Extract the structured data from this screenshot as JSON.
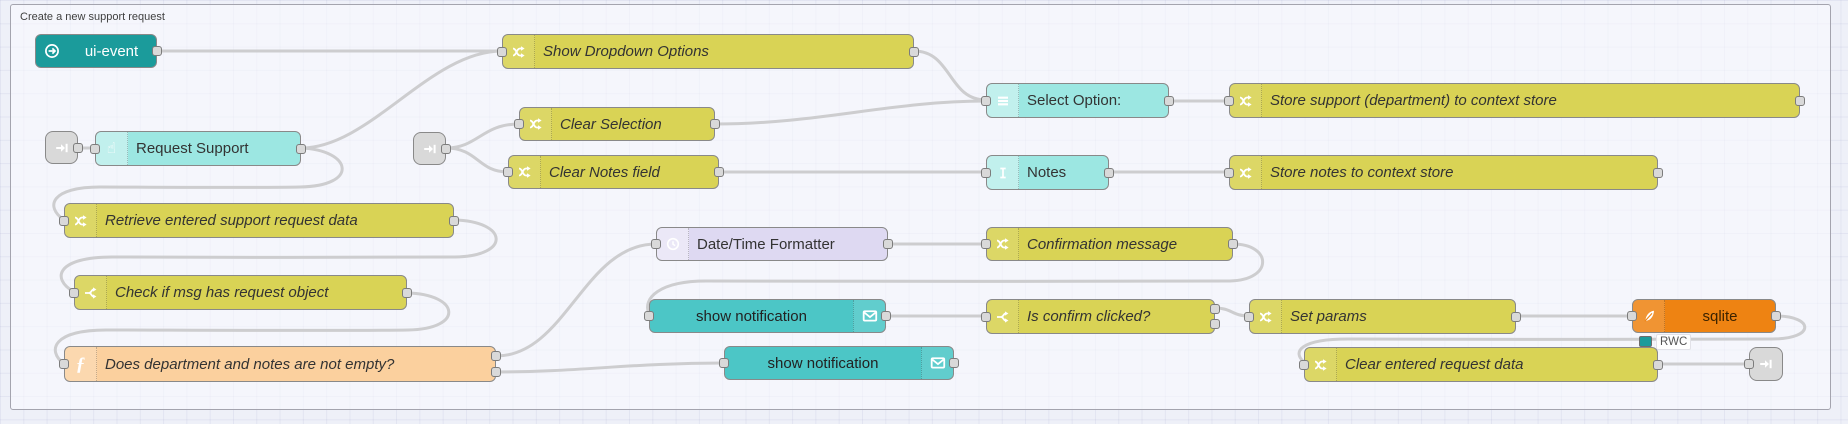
{
  "group": {
    "title": "Create a new support request"
  },
  "palette": {
    "change_yellow": "#d9d355",
    "widget_cyan": "#9ce7e2",
    "event_teal": "#1b9b9b",
    "notification_teal": "#4cc6c6",
    "function_peach": "#fbd09e",
    "moment_lavender": "#ded9f2",
    "sqlite_orange": "#ee8312",
    "link_gray": "#d9d9d9",
    "wire_gray": "#949494"
  },
  "nodes": [
    {
      "label": "ui-event",
      "type": "ui-event",
      "icon": "circle-arrow-icon"
    },
    {
      "label": "",
      "type": "link-in",
      "icon": "link-icon"
    },
    {
      "label": "Request Support",
      "type": "ui-button",
      "icon": "pointer-icon"
    },
    {
      "label": "Show Dropdown Options",
      "type": "change",
      "icon": "shuffle-icon"
    },
    {
      "label": "",
      "type": "link-in",
      "icon": "link-icon"
    },
    {
      "label": "Clear Selection",
      "type": "change",
      "icon": "shuffle-icon"
    },
    {
      "label": "Clear Notes field",
      "type": "change",
      "icon": "shuffle-icon"
    },
    {
      "label": "Select Option:",
      "type": "ui-dropdown",
      "icon": "list-icon"
    },
    {
      "label": "Notes",
      "type": "ui-text-input",
      "icon": "ibeam-icon"
    },
    {
      "label": "Store support (department) to context store",
      "type": "change",
      "icon": "shuffle-icon"
    },
    {
      "label": "Store notes to context store",
      "type": "change",
      "icon": "shuffle-icon"
    },
    {
      "label": "Retrieve entered support request data",
      "type": "change",
      "icon": "shuffle-icon"
    },
    {
      "label": "Date/Time Formatter",
      "type": "moment",
      "icon": "clock-icon"
    },
    {
      "label": "Confirmation message",
      "type": "change",
      "icon": "shuffle-icon"
    },
    {
      "label": "Check if msg has request object",
      "type": "switch",
      "icon": "switch-icon"
    },
    {
      "label": "show notification",
      "type": "ui-notification",
      "icon": "envelope-icon"
    },
    {
      "label": "Is confirm clicked?",
      "type": "switch",
      "icon": "switch-icon"
    },
    {
      "label": "Set params",
      "type": "change",
      "icon": "shuffle-icon"
    },
    {
      "label": "sqlite",
      "type": "sqlite",
      "icon": "feather-icon",
      "status": "RWC"
    },
    {
      "label": "Does department and notes are not empty?",
      "type": "function",
      "icon": "function-icon"
    },
    {
      "label": "show notification",
      "type": "ui-notification",
      "icon": "envelope-icon"
    },
    {
      "label": "Clear entered request data",
      "type": "change",
      "icon": "shuffle-icon"
    },
    {
      "label": "",
      "type": "link-out",
      "icon": "link-icon"
    }
  ]
}
